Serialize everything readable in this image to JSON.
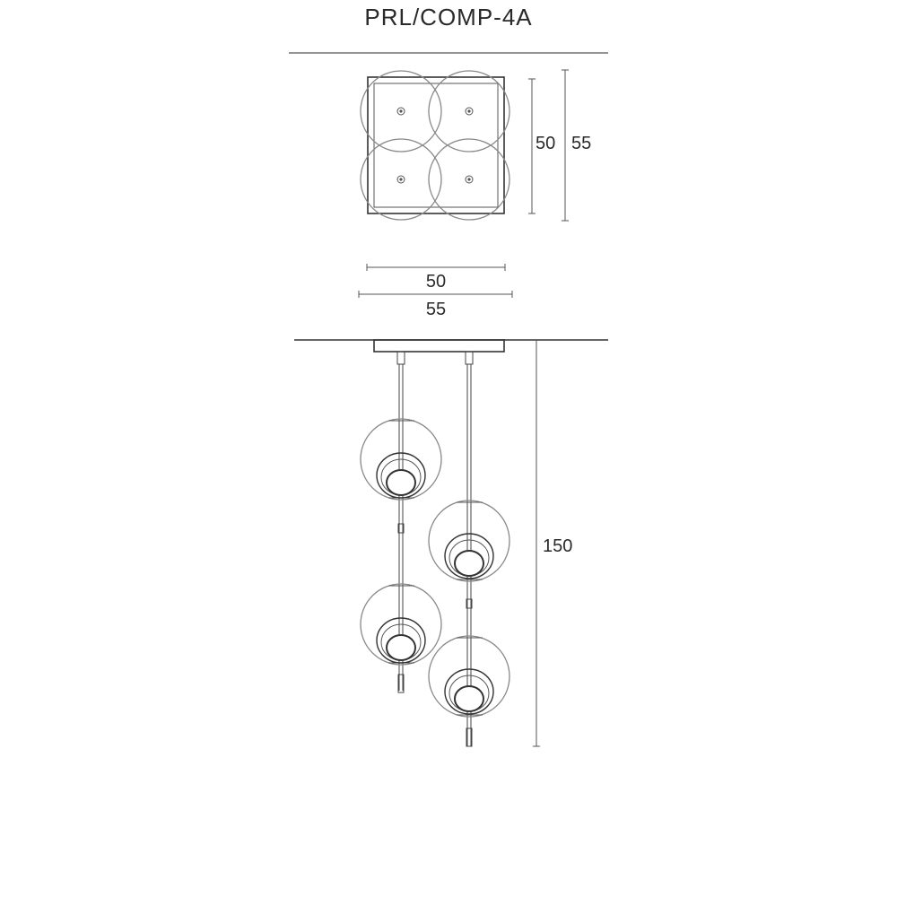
{
  "title": "PRL/COMP-4A",
  "top_view": {
    "inner_height": "50",
    "outer_height": "55",
    "inner_width": "50",
    "outer_width": "55"
  },
  "side_view": {
    "drop_height": "150"
  },
  "colors": {
    "line": "#3a3a3a",
    "globe": "#8a8a8a",
    "canopy": "#5a5a5a"
  }
}
